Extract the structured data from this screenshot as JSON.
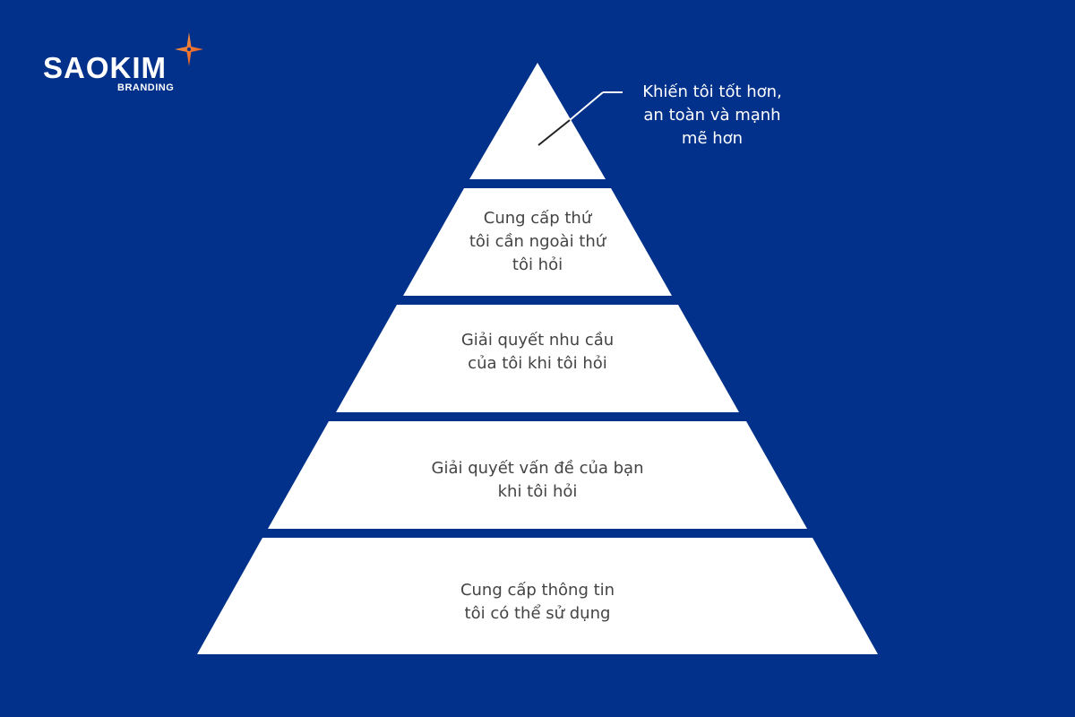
{
  "brand": {
    "name": "SAOKIM",
    "tagline": "BRANDING",
    "star_color": "#f26b21"
  },
  "colors": {
    "background": "#01318a",
    "level_fill": "#ffffff",
    "level_text": "#444444",
    "callout_text": "#ffffff"
  },
  "pyramid": {
    "levels": [
      {
        "rank": 1,
        "lines": [],
        "callout": {
          "lines": [
            "Khiến tôi tốt hơn,",
            "an toàn và mạnh",
            "mẽ hơn"
          ]
        }
      },
      {
        "rank": 2,
        "lines": [
          "Cung cấp thứ",
          "tôi cần ngoài thứ",
          "tôi hỏi"
        ]
      },
      {
        "rank": 3,
        "lines": [
          "Giải quyết nhu cầu",
          "của tôi khi tôi hỏi"
        ]
      },
      {
        "rank": 4,
        "lines": [
          "Giải quyết vấn đề của bạn",
          "khi tôi hỏi"
        ]
      },
      {
        "rank": 5,
        "lines": [
          "Cung cấp thông tin",
          "tôi có thể sử dụng"
        ]
      }
    ]
  }
}
